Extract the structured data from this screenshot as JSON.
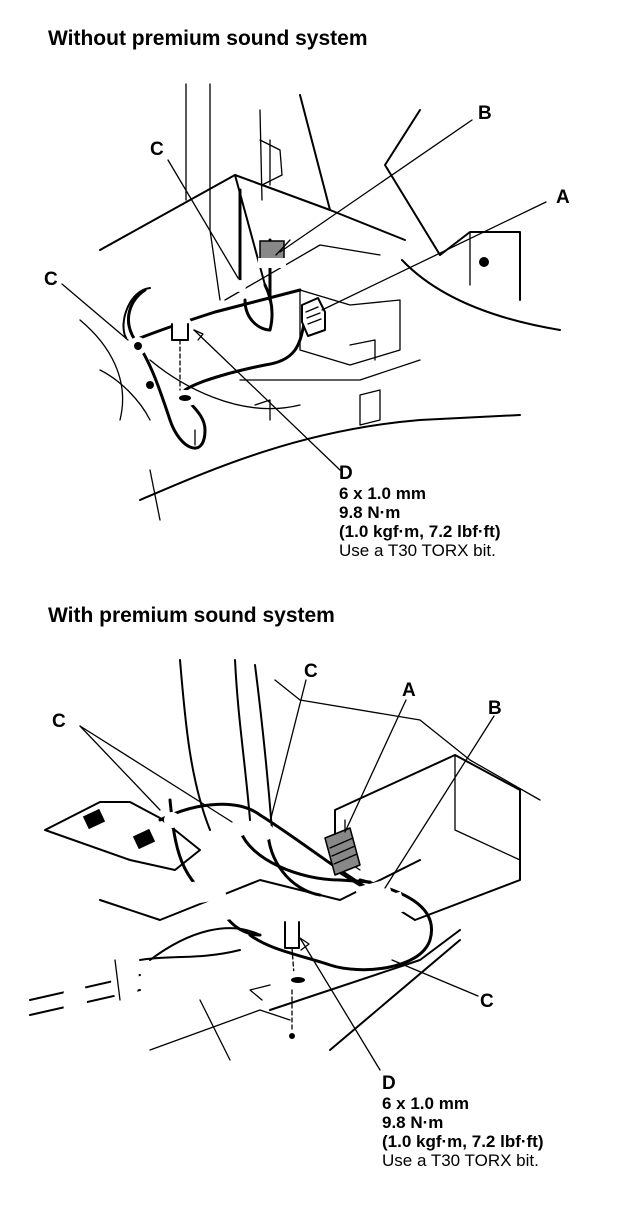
{
  "diagram_top": {
    "heading": "Without premium sound system",
    "callouts": {
      "a": "A",
      "b": "B",
      "c1": "C",
      "c2": "C",
      "d": "D"
    },
    "spec": {
      "size": "6 x 1.0 mm",
      "torque_nm": "9.8 N·m",
      "torque_alt": "(1.0 kgf·m, 7.2 lbf·ft)",
      "note": "Use a T30 TORX bit."
    }
  },
  "diagram_bottom": {
    "heading": "With premium sound system",
    "callouts": {
      "a": "A",
      "b": "B",
      "c1": "C",
      "c2": "C",
      "c3": "C",
      "d": "D"
    },
    "spec": {
      "size": "6 x 1.0 mm",
      "torque_nm": "9.8 N·m",
      "torque_alt": "(1.0 kgf·m, 7.2 lbf·ft)",
      "note": "Use a T30 TORX bit."
    }
  }
}
